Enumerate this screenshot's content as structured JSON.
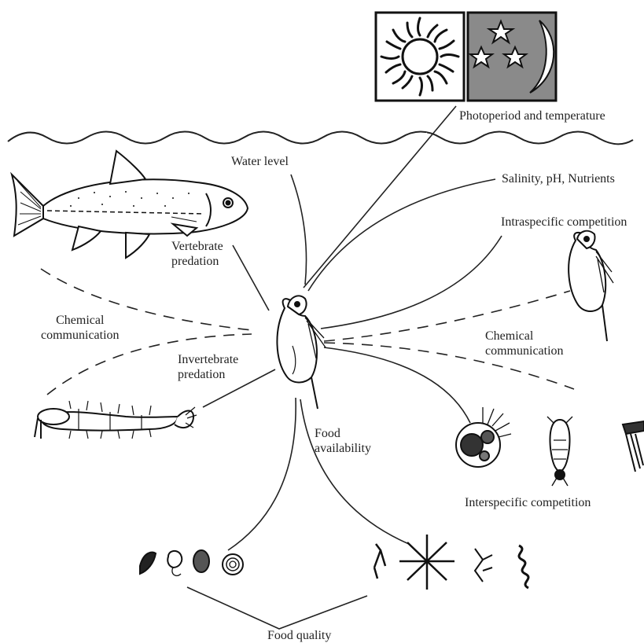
{
  "labels": {
    "photoperiod": "Photoperiod and temperature",
    "water_level": "Water level",
    "salinity": "Salinity, pH, Nutrients",
    "intraspecific": "Intraspecific competition",
    "vertebrate_1": "Vertebrate",
    "vertebrate_2": "predation",
    "chem_left_1": "Chemical",
    "chem_left_2": "communication",
    "chem_right_1": "Chemical",
    "chem_right_2": "communication",
    "invertebrate_1": "Invertebrate",
    "invertebrate_2": "predation",
    "food_avail_1": "Food",
    "food_avail_2": "availability",
    "interspecific": "Interspecific competition",
    "food_quality": "Food quality"
  },
  "colors": {
    "ink": "#111111",
    "night_panel": "#8a8a8a",
    "background": "#ffffff"
  },
  "icons": [
    "sun-icon",
    "moon-stars-icon",
    "fish-icon",
    "daphnia-icon",
    "insect-larva-icon",
    "rotifer-icon",
    "copepod-icon",
    "algae-icon",
    "star-diatom-icon",
    "filament-icon"
  ]
}
